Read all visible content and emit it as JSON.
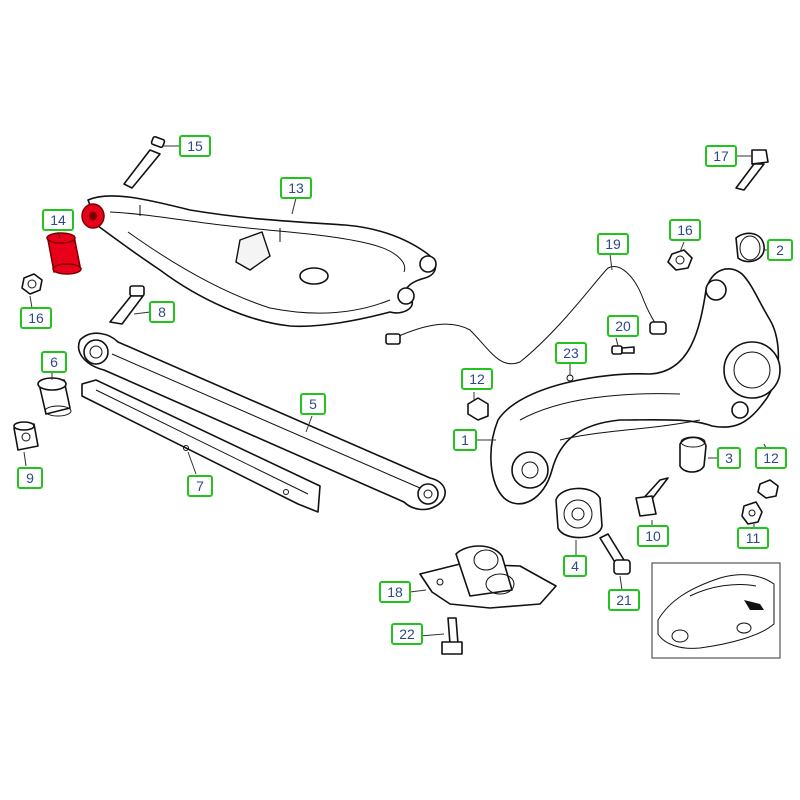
{
  "diagram": {
    "callouts": [
      {
        "id": "c1",
        "label": "1"
      },
      {
        "id": "c2",
        "label": "2"
      },
      {
        "id": "c3",
        "label": "3"
      },
      {
        "id": "c4",
        "label": "4"
      },
      {
        "id": "c5",
        "label": "5"
      },
      {
        "id": "c6",
        "label": "6"
      },
      {
        "id": "c7",
        "label": "7"
      },
      {
        "id": "c8",
        "label": "8"
      },
      {
        "id": "c9",
        "label": "9"
      },
      {
        "id": "c10",
        "label": "10"
      },
      {
        "id": "c11",
        "label": "11"
      },
      {
        "id": "c12a",
        "label": "12"
      },
      {
        "id": "c12b",
        "label": "12"
      },
      {
        "id": "c13",
        "label": "13"
      },
      {
        "id": "c14",
        "label": "14"
      },
      {
        "id": "c15",
        "label": "15"
      },
      {
        "id": "c16a",
        "label": "16"
      },
      {
        "id": "c16b",
        "label": "16"
      },
      {
        "id": "c17",
        "label": "17"
      },
      {
        "id": "c18",
        "label": "18"
      },
      {
        "id": "c19",
        "label": "19"
      },
      {
        "id": "c20",
        "label": "20"
      },
      {
        "id": "c21",
        "label": "21"
      },
      {
        "id": "c22",
        "label": "22"
      },
      {
        "id": "c23",
        "label": "23"
      }
    ],
    "colors": {
      "callout_border": "#22c31c",
      "callout_text": "#2d4a88",
      "highlight_part": "#e8001a",
      "line_art": "#111111"
    }
  }
}
